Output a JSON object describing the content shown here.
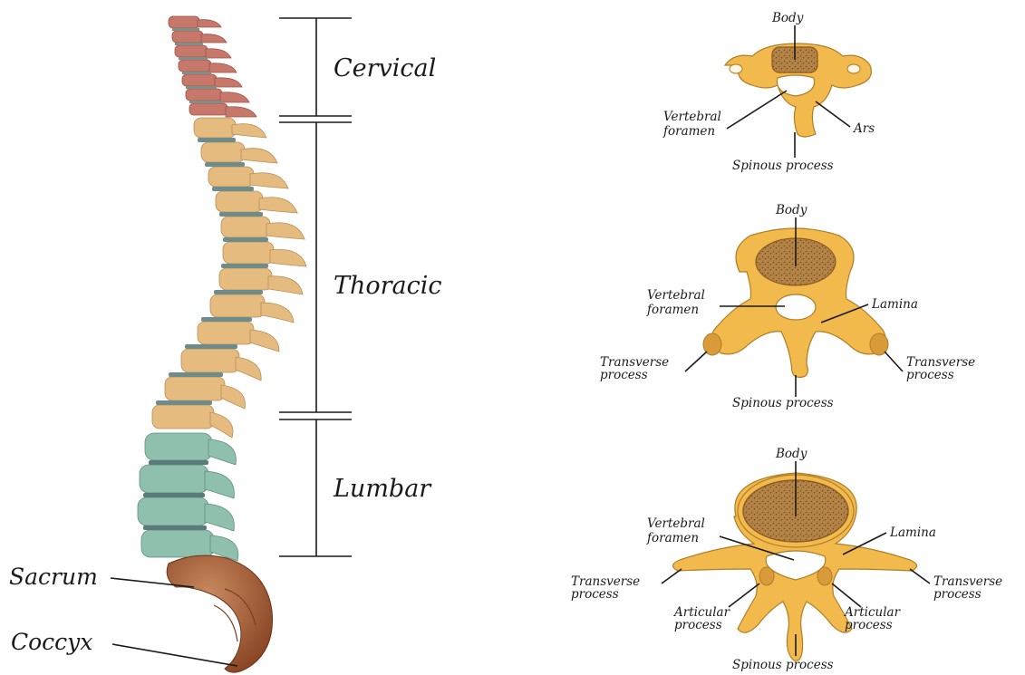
{
  "spine": {
    "regions": [
      "Cervical",
      "Thoracic",
      "Lumbar"
    ],
    "sacrum_label": "Sacrum",
    "coccyx_label": "Coccyx"
  },
  "vertebra_views": {
    "cervical": {
      "body": "Body",
      "vertebral_foramen": [
        "Vertebral",
        "foramen"
      ],
      "ars": "Ars",
      "spinous_process": "Spinous process"
    },
    "thoracic": {
      "body": "Body",
      "vertebral_foramen": [
        "Vertebral",
        "foramen"
      ],
      "lamina": "Lamina",
      "transverse_left": [
        "Transverse",
        "process"
      ],
      "transverse_right": [
        "Transverse",
        "process"
      ],
      "spinous_process": "Spinous process"
    },
    "lumbar": {
      "body": "Body",
      "vertebral_foramen": [
        "Vertebral",
        "foramen"
      ],
      "lamina": "Lamina",
      "transverse_left": [
        "Transverse",
        "process"
      ],
      "transverse_right": [
        "Transverse",
        "process"
      ],
      "articular_left": [
        "Articular",
        "process"
      ],
      "articular_right": [
        "Articular",
        "process"
      ],
      "spinous_process": "Spinous process"
    }
  },
  "colors": {
    "cervical": "#c8786a",
    "thoracic": "#e6bb7f",
    "lumbar": "#8fbfad",
    "disc": "#6e8c8c",
    "sacrum": "#a65a35",
    "vertebra_fill": "#f2b94d",
    "vertebra_edge": "#b07d25",
    "body_core": "#b8844a"
  }
}
